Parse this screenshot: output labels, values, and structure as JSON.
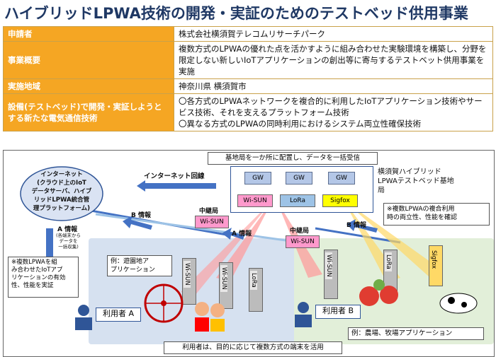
{
  "title": "ハイブリッドLPWA技術の開発・実証のためのテストベッド供用事業",
  "table": {
    "rows": [
      {
        "label": "申請者",
        "value": "株式会社横須賀テレコムリサーチパーク"
      },
      {
        "label": "事業概要",
        "value": "複数方式のLPWAの優れた点を活かすように組み合わせた実験環境を構築し、分野を限定しない新しいIoTアプリケーションの創出等に寄与するテストベット供用事業を実施"
      },
      {
        "label": "実施地域",
        "value": "神奈川県 横須賀市"
      },
      {
        "label": "設備(テストベッド)で開発・実証しようとする新たな電気通信技術",
        "value_lines": [
          "〇各方式のLPWAネットワークを複合的に利用したIoTアプリケーション技術やサービス技術、それを支えるプラットフォーム技術",
          "〇異なる方式のLPWAの同時利用におけるシステム両立性確保技術"
        ]
      }
    ]
  },
  "diagram": {
    "cloud_text": "インターネット\n(クラウド上のIoT\nデータサーバ、ハイブ\nリッドLPWA統合管\n理プラットフォーム)",
    "internet_line": "インターネット回線",
    "base_note": "基地局を一か所に配置し、データを一括受信",
    "testbed_label": "横須賀ハイブリッド\nLPWAテストベッド基地\n局",
    "gw_label": "GW",
    "modules": [
      "Wi-SUN",
      "LoRa",
      "Sigfox"
    ],
    "relay_label": "中継局",
    "relay_modules": [
      "Wi-SUN",
      "Wi-SUN"
    ],
    "b_info_left": "B 情報",
    "b_info_right": "B 情報",
    "a_info_center": "A 情報",
    "a_info_left": "A 情報",
    "a_info_sub": "(各端末から\nデータを\n一括収集)",
    "note_left": "※複数LPWAを組\nみ合わせたIoTアプ\nリケーションの有効\n性、性能を実証",
    "note_right": "※複数LPWAの複合利用\n時の両立性、性能を確認",
    "example_a": "例：遊園地ア\nプリケーション",
    "example_b": "例：農場、牧場アプリケーション",
    "user_a": "利用者 A",
    "user_b": "利用者 B",
    "bottom_note": "利用者は、目的に応じて複数方式の端末を活用",
    "pillars_a": [
      "Wi-SUN",
      "Wi-SUN",
      "LoRa"
    ],
    "pillars_b": [
      "Wi-SUN",
      "LoRa",
      "Sigfox"
    ]
  }
}
